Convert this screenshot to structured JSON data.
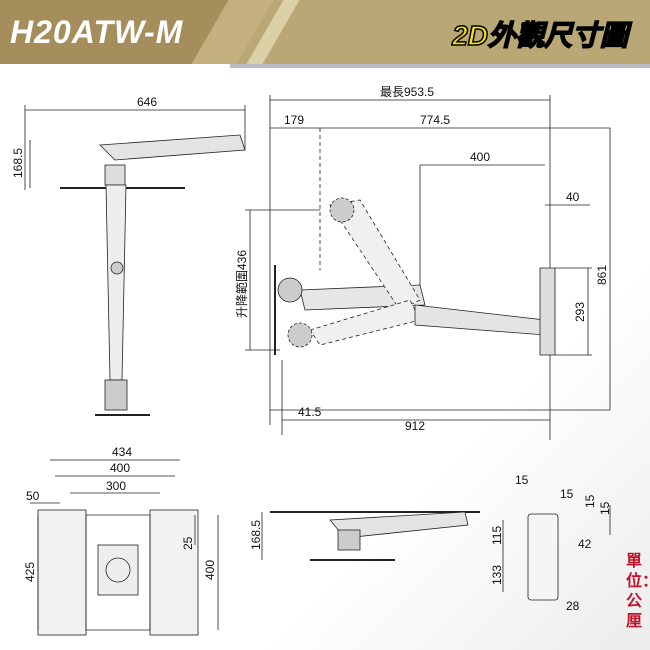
{
  "header": {
    "model": "H20ATW-M",
    "title_yellow": "2D外觀",
    "title_white": "尺寸圖"
  },
  "side_view": {
    "width": "646",
    "height": "168.5"
  },
  "main_view": {
    "max_length": "最長953.5",
    "left": "179",
    "right": "774.5",
    "arm": "400",
    "offset": "40",
    "lift_label": "升降範圍436",
    "total_height": "861",
    "mount_height": "293",
    "bottom_offset": "41.5",
    "bottom_width": "912"
  },
  "plate_view": {
    "outer": "434",
    "mid": "400",
    "inner": "300",
    "margin": "50",
    "height": "425",
    "hole_height": "400",
    "gap": "25"
  },
  "side_low": {
    "height": "168.5"
  },
  "wall_plate": {
    "w1": "15",
    "w2": "15",
    "h1": "15",
    "h2": "15",
    "h3": "42",
    "v1": "115",
    "v2": "133",
    "bottom": "28"
  },
  "unit": "單位：公厘",
  "colors": {
    "header": "#b9a775",
    "unit": "#c0122c"
  }
}
